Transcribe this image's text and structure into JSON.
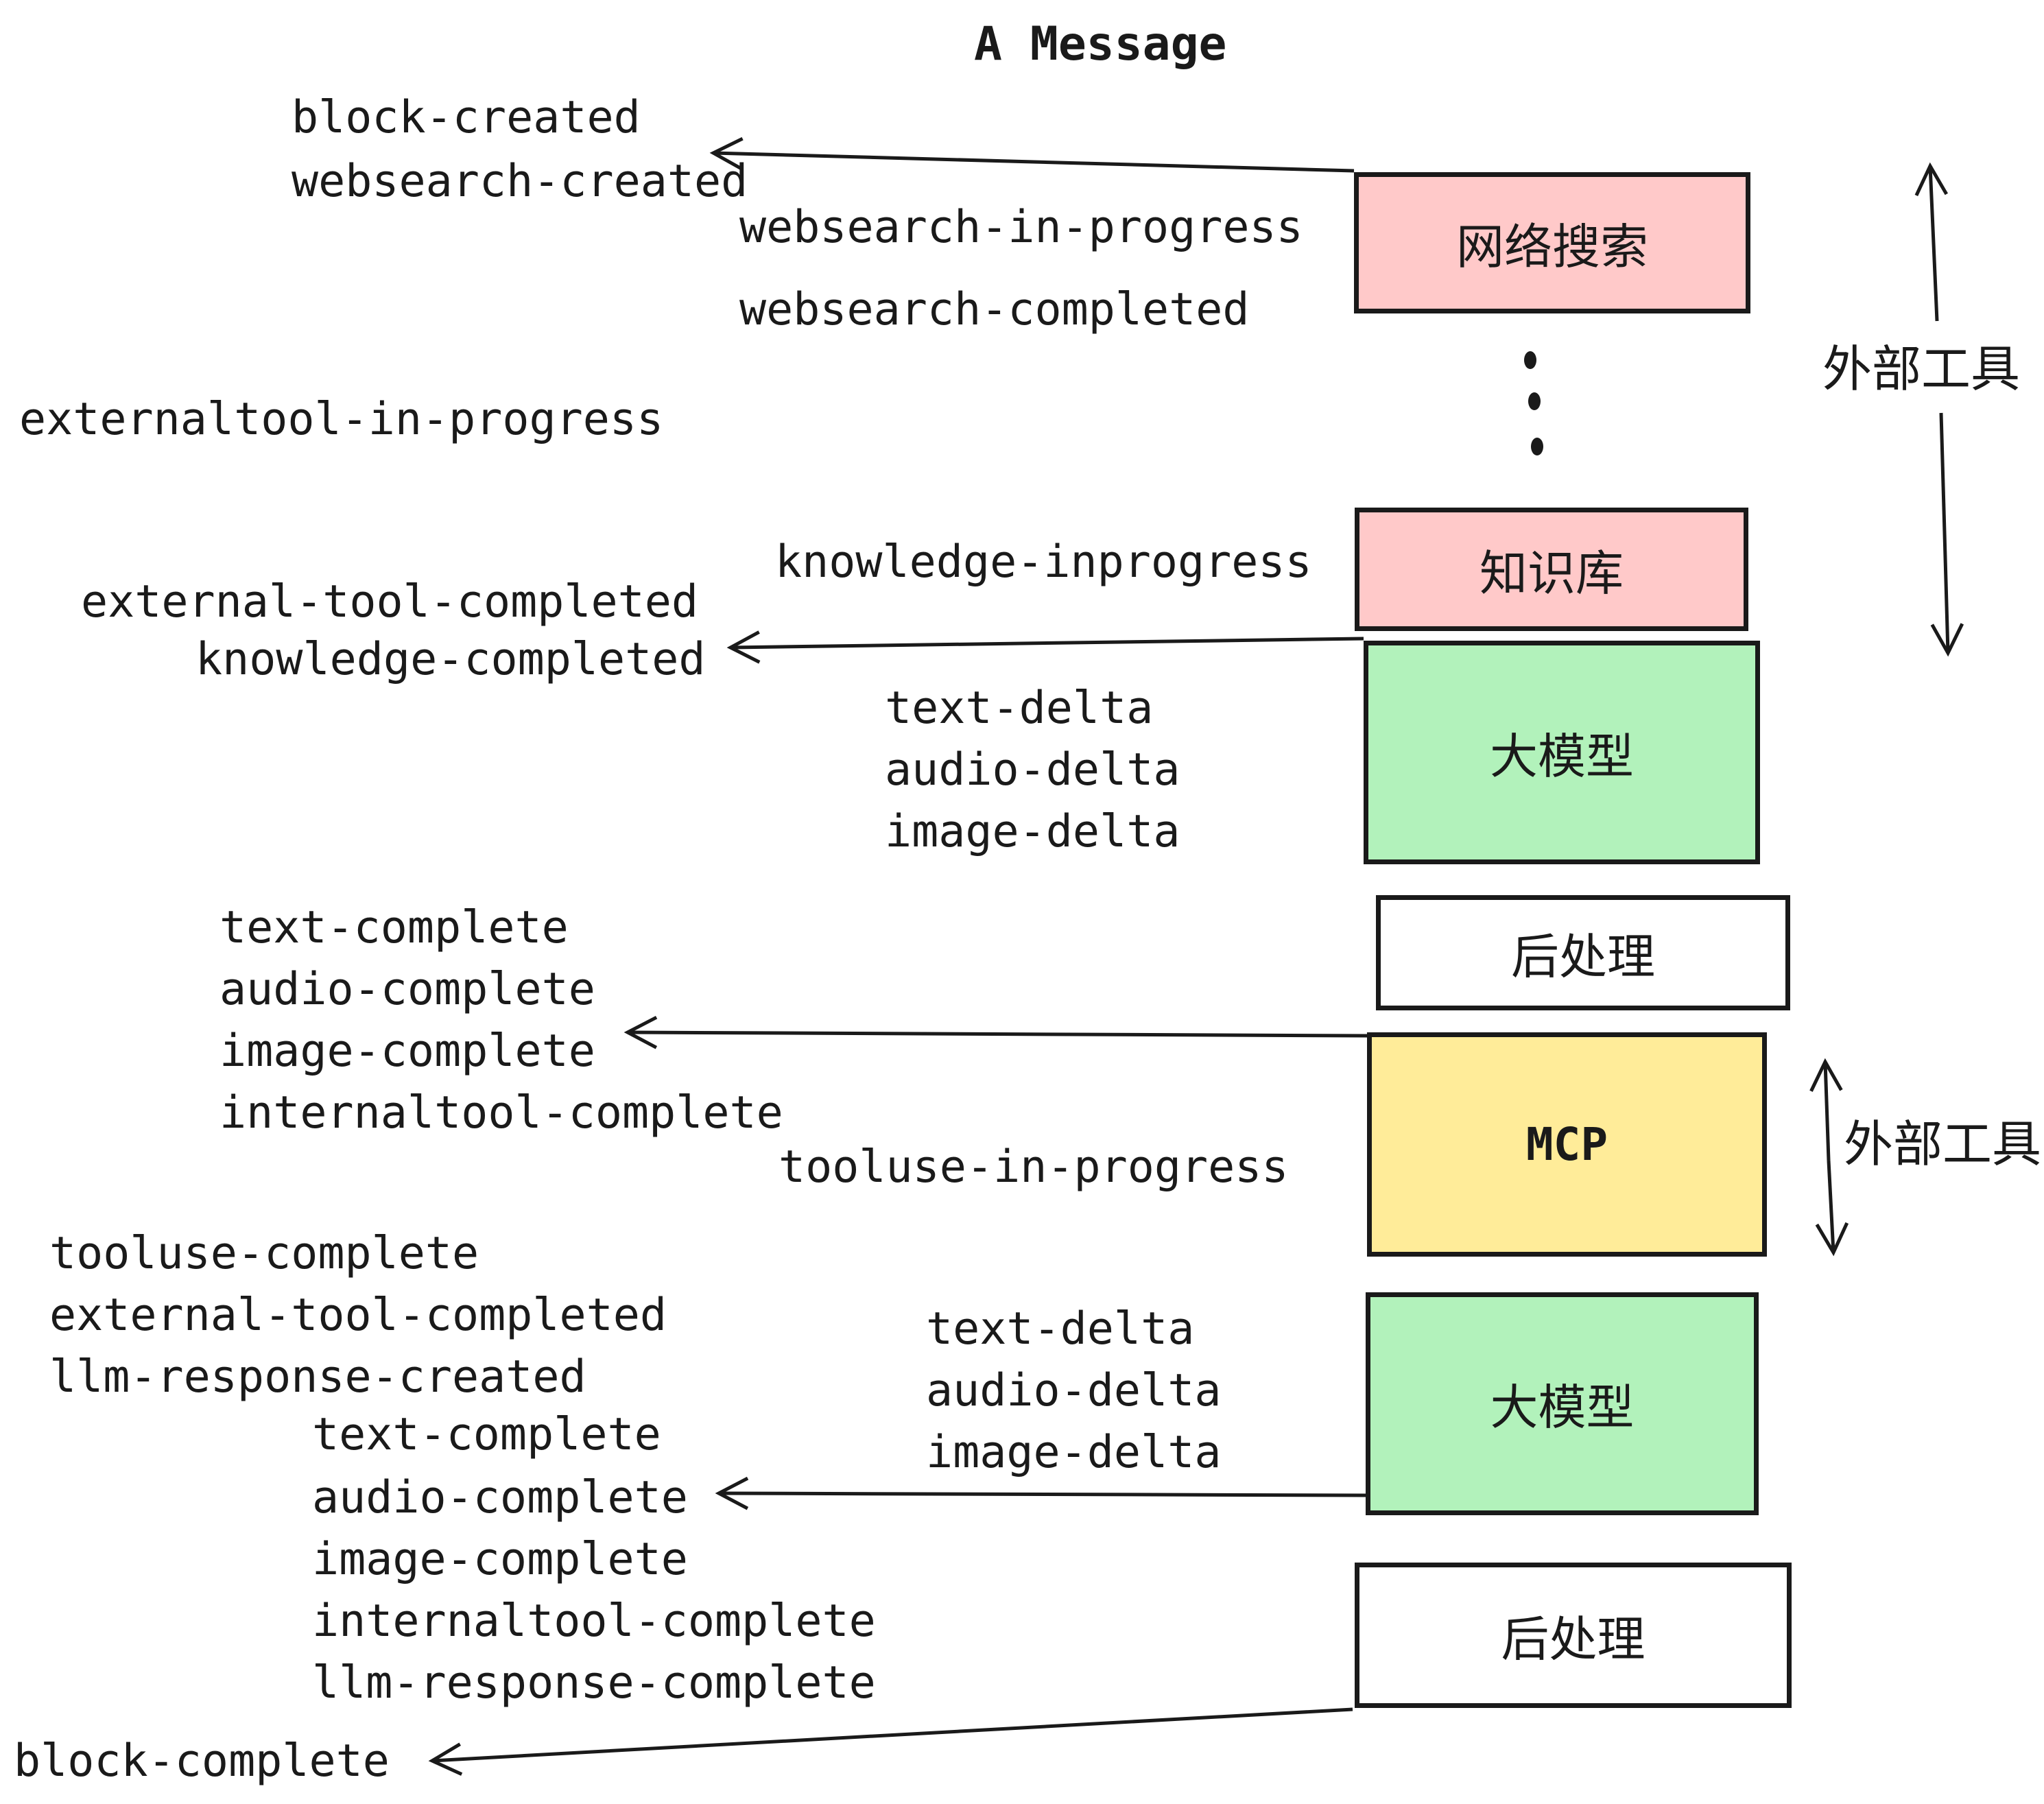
{
  "title": "A Message",
  "events": {
    "block_created": "block-created",
    "websearch_created": "websearch-created",
    "websearch_in_progress": "websearch-in-progress",
    "websearch_completed": "websearch-completed",
    "externaltool_in_progress": "externaltool-in-progress",
    "knowledge_inprogress": "knowledge-inprogress",
    "external_tool_completed_a": "external-tool-completed",
    "knowledge_completed": "knowledge-completed",
    "text_delta_a": "text-delta",
    "audio_delta_a": "audio-delta",
    "image_delta_a": "image-delta",
    "text_complete_a": "text-complete",
    "audio_complete_a": "audio-complete",
    "image_complete_a": "image-complete",
    "internaltool_complete_a": "internaltool-complete",
    "tooluse_in_progress": "tooluse-in-progress",
    "tooluse_complete": "tooluse-complete",
    "external_tool_completed_b": "external-tool-completed",
    "llm_response_created": "llm-response-created",
    "text_delta_b": "text-delta",
    "audio_delta_b": "audio-delta",
    "image_delta_b": "image-delta",
    "text_complete_b": "text-complete",
    "audio_complete_b": "audio-complete",
    "image_complete_b": "image-complete",
    "internaltool_complete_b": "internaltool-complete",
    "llm_response_complete": "llm-response-complete",
    "block_complete": "block-complete"
  },
  "boxes": {
    "websearch": {
      "label": "网络搜索",
      "fill": "#ffc9c9"
    },
    "knowledge": {
      "label": "知识库",
      "fill": "#ffc9c9"
    },
    "llm_top": {
      "label": "大模型",
      "fill": "#b2f2bb"
    },
    "postprocess_top": {
      "label": "后处理",
      "fill": "#ffffff"
    },
    "mcp": {
      "label": "MCP",
      "fill": "#ffec99"
    },
    "llm_bottom": {
      "label": "大模型",
      "fill": "#b2f2bb"
    },
    "postprocess_bottom": {
      "label": "后处理",
      "fill": "#ffffff"
    }
  },
  "annotations": {
    "external_tools_top": "外部工具",
    "external_tools_bottom": "外部工具"
  },
  "colors": {
    "ink": "#1a1a1a",
    "pink": "#ffc9c9",
    "green": "#b2f2bb",
    "yellow": "#ffec99",
    "white": "#ffffff"
  }
}
